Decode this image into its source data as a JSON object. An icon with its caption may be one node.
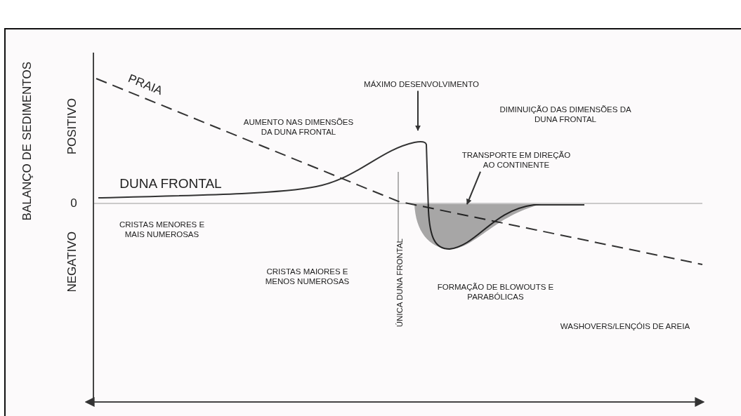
{
  "diagram": {
    "nodes": [
      {
        "text": [
          "MÁXIMO DESENVOLVIMENTO"
        ]
      },
      {
        "text": [
          "TRANSPORTE EM DIREÇÃO AO CONTINENTE"
        ]
      },
      {
        "text": [],
        "shape": "area"
      }
    ],
    "edges": [
      {
        "from": 0,
        "to": null,
        "arrow": "to"
      },
      {
        "from": 1,
        "to": 2,
        "arrow": "to"
      }
    ],
    "labels": [
      "BALANÇO DE SEDIMENTOS",
      "POSITIVO",
      "0",
      "NEGATIVO",
      "PRAIA",
      "AUMENTO NAS DIMENSÕES DA DUNA FRONTAL",
      "DIMINUIÇÃO DAS DIMENSÕES DA DUNA FRONTAL",
      "DUNA FRONTAL",
      "CRISTAS MENORES E MAIS NUMEROSAS",
      "ÚNICA DUNA FRONTAL",
      "CRISTAS MAIORES E MENOS NUMEROSAS",
      "FORMAÇÃO DE BLOWOUTS E PARABÓLICAS",
      "WASHOVERS/LENÇÓIS DE AREIA"
    ]
  }
}
